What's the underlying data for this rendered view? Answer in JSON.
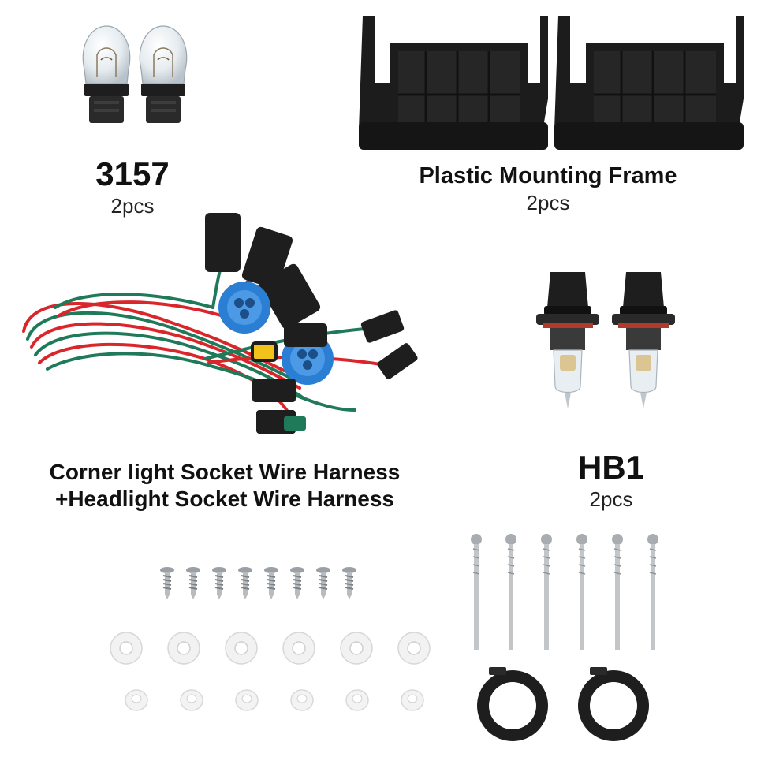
{
  "colors": {
    "background": "#ffffff",
    "plastic_black": "#1e1e1e",
    "wire_red": "#d9262b",
    "wire_green": "#1f7a5a",
    "socket_blue": "#2a7fd4",
    "seal_yellow": "#f2c21b",
    "glass": "#e8eef2",
    "metal": "#b9bcbf",
    "nylon_white": "#f2f2f2"
  },
  "parts": [
    {
      "id": "bulb-3157",
      "title": "3157",
      "qty": "2pcs",
      "icon": "bulb-3157-icon"
    },
    {
      "id": "mounting-frame",
      "title": "Plastic Mounting Frame",
      "qty": "2pcs",
      "icon": "mounting-frame-icon"
    },
    {
      "id": "wire-harness",
      "title_lines": [
        "Corner light Socket Wire Harness",
        "+Headlight Socket Wire Harness"
      ],
      "icon": "wire-harness-icon"
    },
    {
      "id": "bulb-hb1",
      "title": "HB1",
      "qty": "2pcs",
      "icon": "bulb-hb1-icon"
    },
    {
      "id": "screws",
      "icon": "screw-icon"
    },
    {
      "id": "clips",
      "icon": "nylon-clip-icon"
    },
    {
      "id": "bolts",
      "icon": "long-bolt-icon"
    },
    {
      "id": "rings",
      "icon": "retaining-ring-icon"
    }
  ]
}
